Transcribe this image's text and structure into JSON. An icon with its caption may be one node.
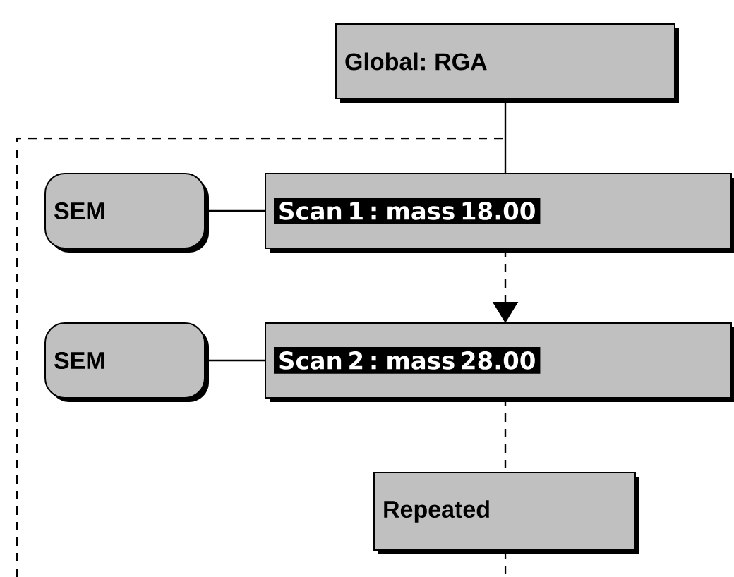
{
  "diagram": {
    "nodes": [
      {
        "text": [
          "Global: RGA"
        ]
      },
      {
        "text": [
          "SEM"
        ]
      },
      {
        "text": [
          "Scan 1 : mass 18.00"
        ]
      },
      {
        "text": [
          "SEM"
        ]
      },
      {
        "text": [
          "Scan 2 : mass 28.00"
        ]
      },
      {
        "text": [
          "Repeated"
        ]
      }
    ],
    "edges": [
      {
        "from": 0,
        "to": 2,
        "arrow": "none"
      },
      {
        "from": 1,
        "to": 2,
        "arrow": "none"
      },
      {
        "from": 2,
        "to": 4,
        "arrow": "to",
        "style": "dashed"
      },
      {
        "from": 3,
        "to": 4,
        "arrow": "none"
      },
      {
        "from": 4,
        "to": 5,
        "arrow": "none",
        "style": "dashed"
      },
      {
        "from": 5,
        "to": null,
        "arrow": "none",
        "style": "dashed"
      }
    ]
  }
}
